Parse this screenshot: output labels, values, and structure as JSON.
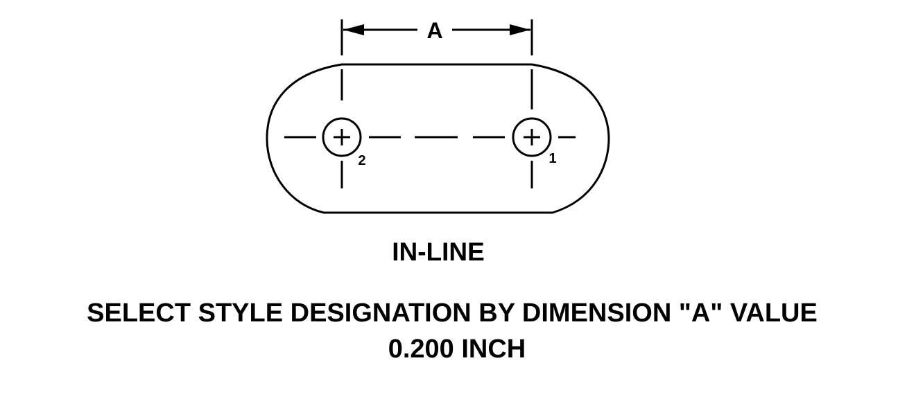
{
  "drawing": {
    "dimension_label": "A",
    "hole_labels": [
      "2",
      "1"
    ]
  },
  "style_label": "IN-LINE",
  "instruction": "SELECT STYLE DESIGNATION BY DIMENSION \"A\" VALUE",
  "value": "0.200 INCH",
  "colors": {
    "ink": "#000000",
    "background": "#ffffff"
  }
}
